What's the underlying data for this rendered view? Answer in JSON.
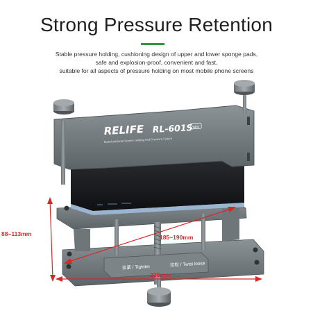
{
  "title": "Strong Pressure Retention",
  "accent_color": "#2f9a3c",
  "description": [
    "Stable pressure holding, cushioning design of upper and lower sponge pads,",
    "safe and explosion-proof, convenient and fast,",
    "suitable for all aspects of pressure holding on most mobile phone screens"
  ],
  "product": {
    "brand": "RELIFE",
    "model": "RL-601S",
    "badge": "mini",
    "plate_text": "Multi-functional Screen Holding And Pressure Fixture",
    "knob_left_label": "拉紧 / Tighten",
    "knob_right_label": "拉松 / Twist loose"
  },
  "dimensions": {
    "height": "88~113mm",
    "width": "185~190mm",
    "length": "220mm",
    "color": "#d62828"
  }
}
